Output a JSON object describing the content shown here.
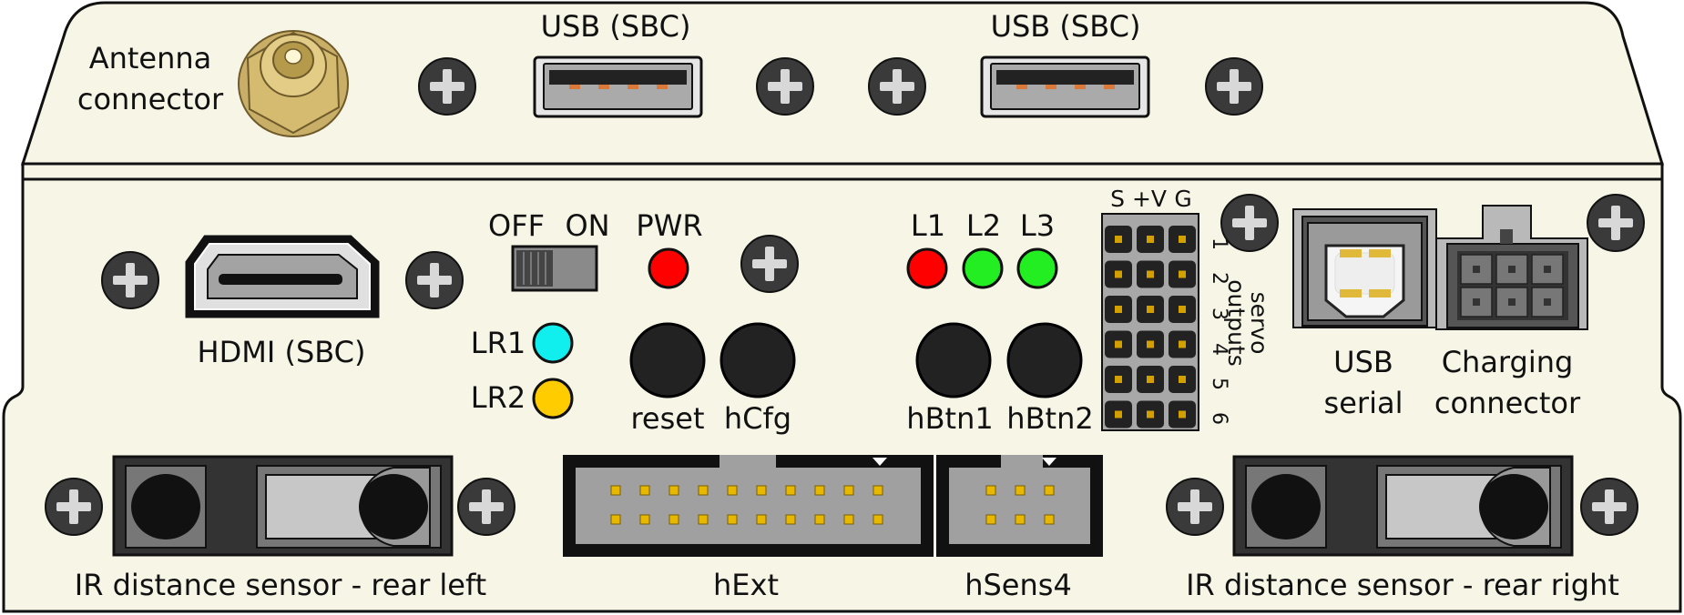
{
  "labels": {
    "antenna_connector": [
      "Antenna",
      "connector"
    ],
    "usb_sbc_left": "USB (SBC)",
    "usb_sbc_right": "USB (SBC)",
    "hdmi_sbc": "HDMI (SBC)",
    "switch_off": "OFF",
    "switch_on": "ON",
    "pwr": "PWR",
    "l1": "L1",
    "l2": "L2",
    "l3": "L3",
    "lr1": "LR1",
    "lr2": "LR2",
    "reset": "reset",
    "hcfg": "hCfg",
    "hbtn1": "hBtn1",
    "hbtn2": "hBtn2",
    "servo_header": [
      "S",
      "+V",
      "G"
    ],
    "servo_rows": [
      "1",
      "2",
      "3",
      "4",
      "5",
      "6"
    ],
    "servo_outputs": [
      "servo",
      "outputs"
    ],
    "usb_serial": [
      "USB",
      "serial"
    ],
    "charging_connector": [
      "Charging",
      "connector"
    ],
    "ir_rear_left": "IR distance sensor - rear left",
    "ir_rear_right": "IR distance sensor - rear right",
    "hext": "hExt",
    "hsens4": "hSens4"
  },
  "colors": {
    "panel": "#f7f5e6",
    "led_pwr": "#ff0000",
    "led_l1": "#ff0000",
    "led_l2": "#22ee22",
    "led_l3": "#22ee22",
    "led_lr1": "#11eeee",
    "led_lr2": "#ffcc00",
    "screw": "#3a3a3a",
    "header_grey": "#a0a0a0",
    "pin_gold": "#e8b800"
  }
}
